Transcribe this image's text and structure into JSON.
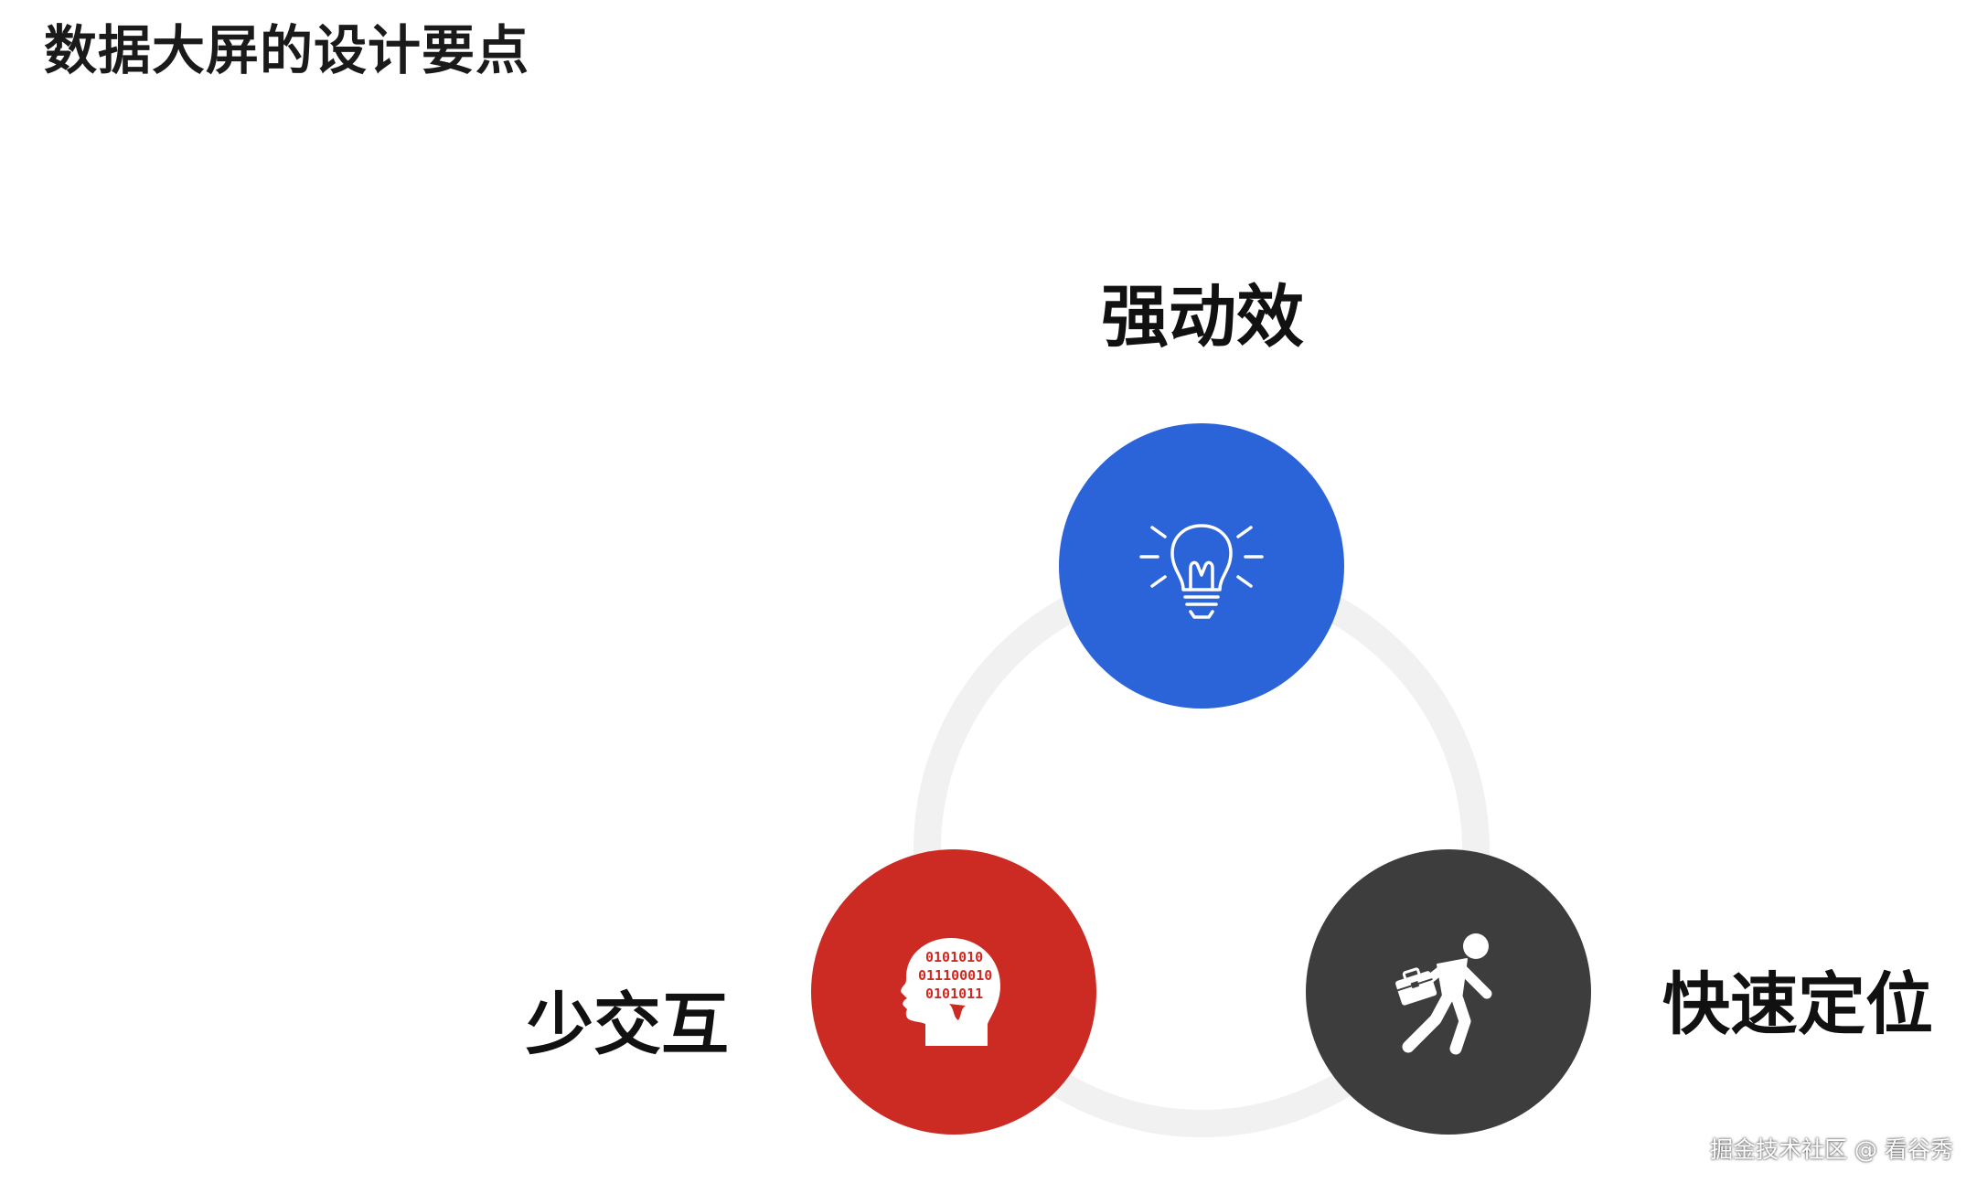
{
  "title": "数据大屏的设计要点",
  "nodes": [
    {
      "label": "强动效",
      "color": "#2b63d8",
      "icon": "lightbulb-icon"
    },
    {
      "label": "少交互",
      "color": "#cc2b24",
      "icon": "brain-head-icon",
      "binary_lines": [
        "0101010",
        "011100010",
        "0101011"
      ]
    },
    {
      "label": "快速定位",
      "color": "#3d3d3d",
      "icon": "running-businessman-icon"
    }
  ],
  "ring_color": "#f1f1f1",
  "watermark": "掘金技术社区 @ 看谷秀"
}
